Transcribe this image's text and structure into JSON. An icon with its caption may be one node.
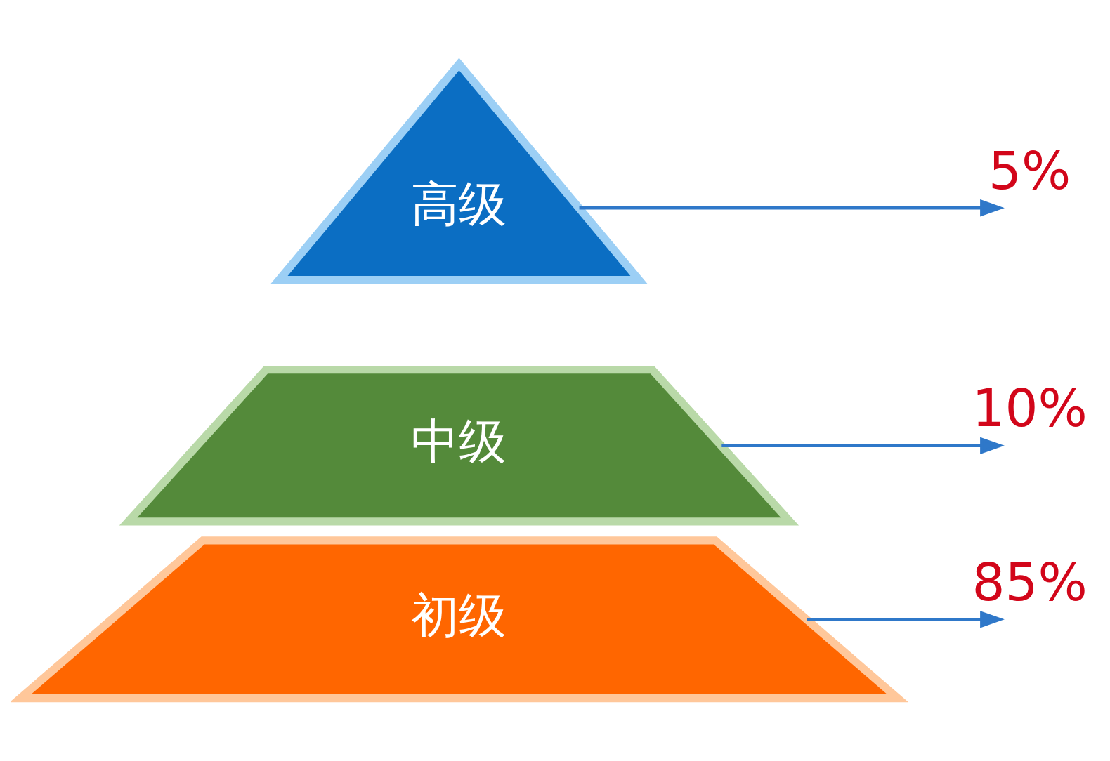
{
  "diagram": {
    "nodes": [
      {
        "text": [
          "高级"
        ]
      },
      {
        "text": [
          "5%"
        ]
      },
      {
        "text": [
          "中级"
        ]
      },
      {
        "text": [
          "10%"
        ]
      },
      {
        "text": [
          "初级"
        ]
      },
      {
        "text": [
          "85%"
        ]
      }
    ],
    "edges": [
      {
        "from": 0,
        "to": 1,
        "arrow": "to"
      },
      {
        "from": 2,
        "to": 3,
        "arrow": "to"
      },
      {
        "from": 4,
        "to": 5,
        "arrow": "to"
      }
    ]
  }
}
